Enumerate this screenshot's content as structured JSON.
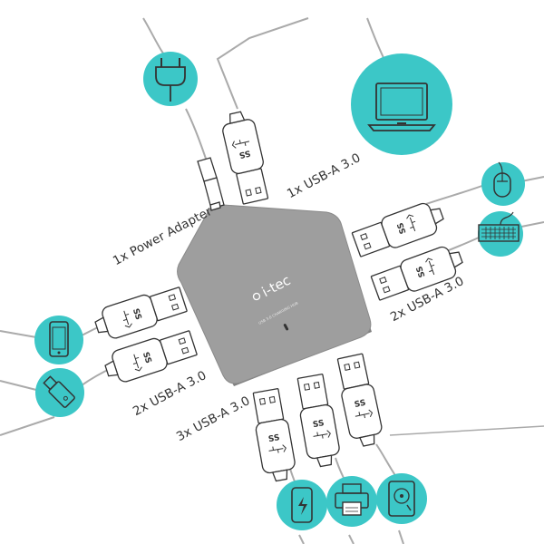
{
  "hub": {
    "brand": "i-tec",
    "model_text": "USB 3.0 CHARGING HUB",
    "body_color": "#939393",
    "top_color": "#9e9e9e"
  },
  "labels": {
    "power_adapter": "1x Power Adapter",
    "usb_top": "1x USB-A 3.0",
    "usb_right": "2x USB-A 3.0",
    "usb_left": "2x USB-A 3.0",
    "usb_bottom": "3x USB-A 3.0"
  },
  "usb_plug_text": "SS",
  "colors": {
    "accent": "#3cc7c7",
    "cable": "#aaaaaa",
    "outline": "#333333"
  },
  "devices": {
    "power_plug": "power-plug-icon",
    "laptop": "laptop-icon",
    "mouse": "mouse-icon",
    "keyboard": "keyboard-icon",
    "smartphone": "smartphone-icon",
    "usb_stick": "usb-stick-icon",
    "power_bank": "power-bank-icon",
    "printer": "printer-icon",
    "hard_drive": "hard-drive-icon"
  }
}
